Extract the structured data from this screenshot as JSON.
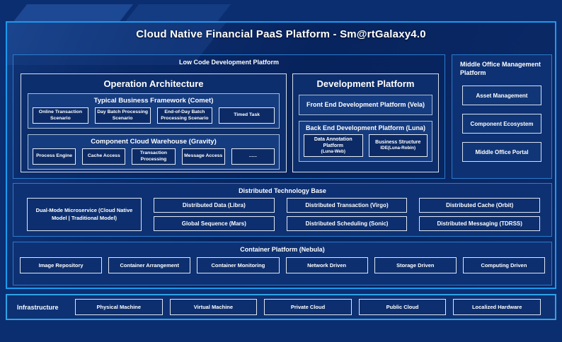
{
  "title": "Cloud Native Financial PaaS Platform - Sm@rtGalaxy4.0",
  "colors": {
    "page_bg": "#0B2E70",
    "frame_border": "#1C9AEE",
    "section_border": "#2B7CCE",
    "infra_border": "#2FA3E6",
    "inner_border": "#E6ECF6",
    "section_fill": "#0E3173",
    "item_fill": "#0D2F6F",
    "text": "#FFFFFF"
  },
  "low_code": {
    "label": "Low Code Development Platform",
    "operation_architecture": {
      "title": "Operation Architecture",
      "comet": {
        "title": "Typical Business Framework (Comet)",
        "items": [
          "Online Transaction Scenario",
          "Day Batch Processing Scenario",
          "End-of-Day Batch Processing Scenario",
          "Timed Task"
        ]
      },
      "gravity": {
        "title": "Component Cloud Warehouse (Gravity)",
        "items": [
          "Process Engine",
          "Cache Access",
          "Transaction Processing",
          "Message Access",
          "......"
        ]
      }
    },
    "development_platform": {
      "title": "Development Platform",
      "front_end": "Front End Development Platform (Vela)",
      "back_end": {
        "title": "Back End Development Platform (Luna)",
        "items": [
          {
            "line1": "Data Annotation Platform",
            "line2": "(Luna-Web)"
          },
          {
            "line1": "Business Structure",
            "line2": "IDE(Luna-Robin)"
          }
        ]
      }
    }
  },
  "middle_office": {
    "title": "Middle Office Management Platform",
    "items": [
      "Asset Management",
      "Component Ecosystem",
      "Middle Office Portal"
    ]
  },
  "distributed": {
    "title": "Distributed Technology Base",
    "dual_mode": "Dual-Mode Microservice (Cloud Native Model | Traditional Model)",
    "columns": [
      {
        "top": "Distributed Data (Libra)",
        "bottom": "Global Sequence (Mars)"
      },
      {
        "top": "Distributed Transaction (Virgo)",
        "bottom": "Distributed Scheduling (Sonic)"
      },
      {
        "top": "Distributed Cache (Orbit)",
        "bottom": "Distributed Messaging (TDRSS)"
      }
    ]
  },
  "container_platform": {
    "title": "Container Platform (Nebula)",
    "items": [
      "Image Repository",
      "Container Arrangement",
      "Container Monitoring",
      "Network Driven",
      "Storage Driven",
      "Computing Driven"
    ]
  },
  "infrastructure": {
    "label": "Infrastructure",
    "items": [
      "Physical Machine",
      "Virtual Machine",
      "Private Cloud",
      "Public Cloud",
      "Localized Hardware"
    ]
  }
}
